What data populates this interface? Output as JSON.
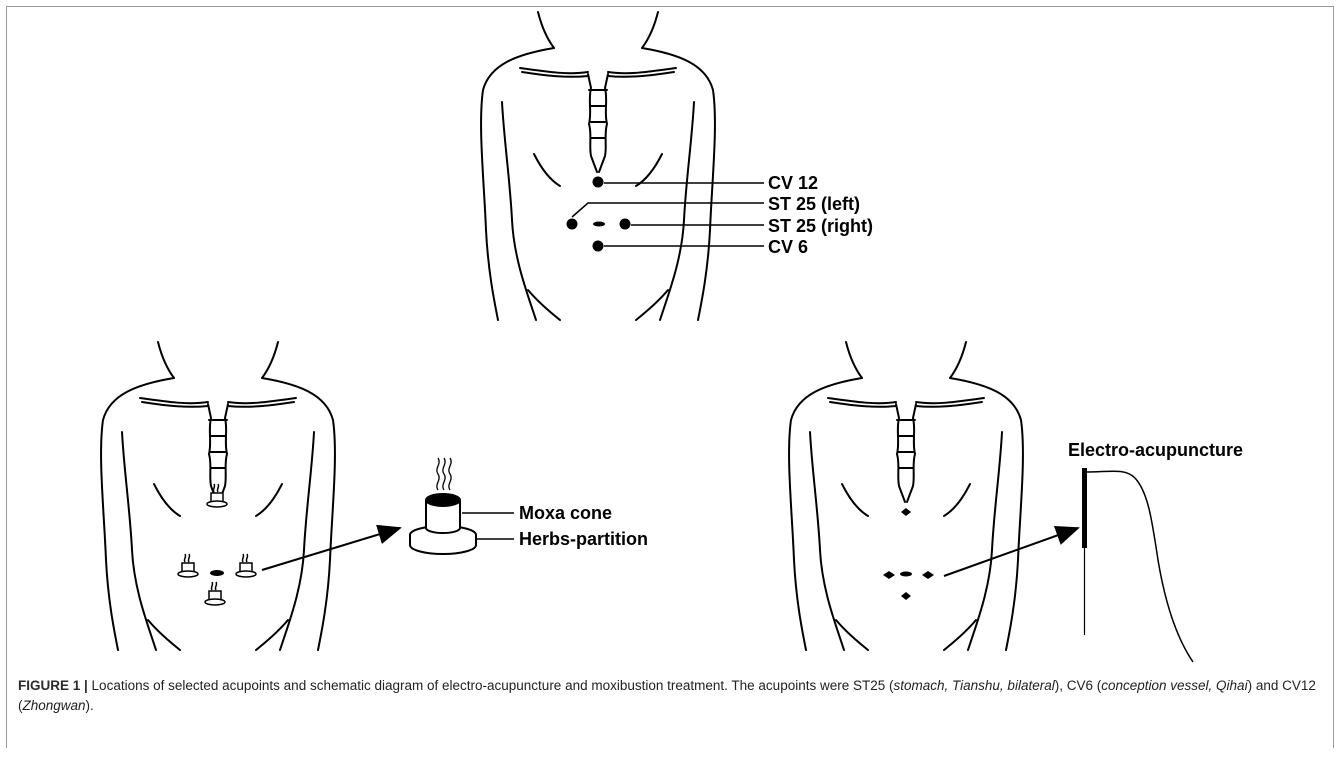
{
  "top_labels": {
    "cv12": "CV 12",
    "st25_left": "ST 25 (left)",
    "st25_right": "ST 25 (right)",
    "cv6": "CV 6"
  },
  "moxa": {
    "cone_label": "Moxa cone",
    "partition_label": "Herbs-partition"
  },
  "electro": {
    "title": "Electro-acupuncture"
  },
  "caption": {
    "figure_label": "FIGURE 1 |",
    "t1": " Locations of selected acupoints and schematic diagram of electro-acupuncture and moxibustion treatment. The acupoints were ST25 (",
    "i1": "stomach, Tianshu, bilateral",
    "t2": "), CV6 (",
    "i2": "conception vessel, Qihai",
    "t3": ") and CV12 (",
    "i3": "Zhongwan",
    "t4": ")."
  },
  "colors": {
    "ink": "#000000",
    "frame": "#9a9a9a",
    "caption": "#222222"
  }
}
